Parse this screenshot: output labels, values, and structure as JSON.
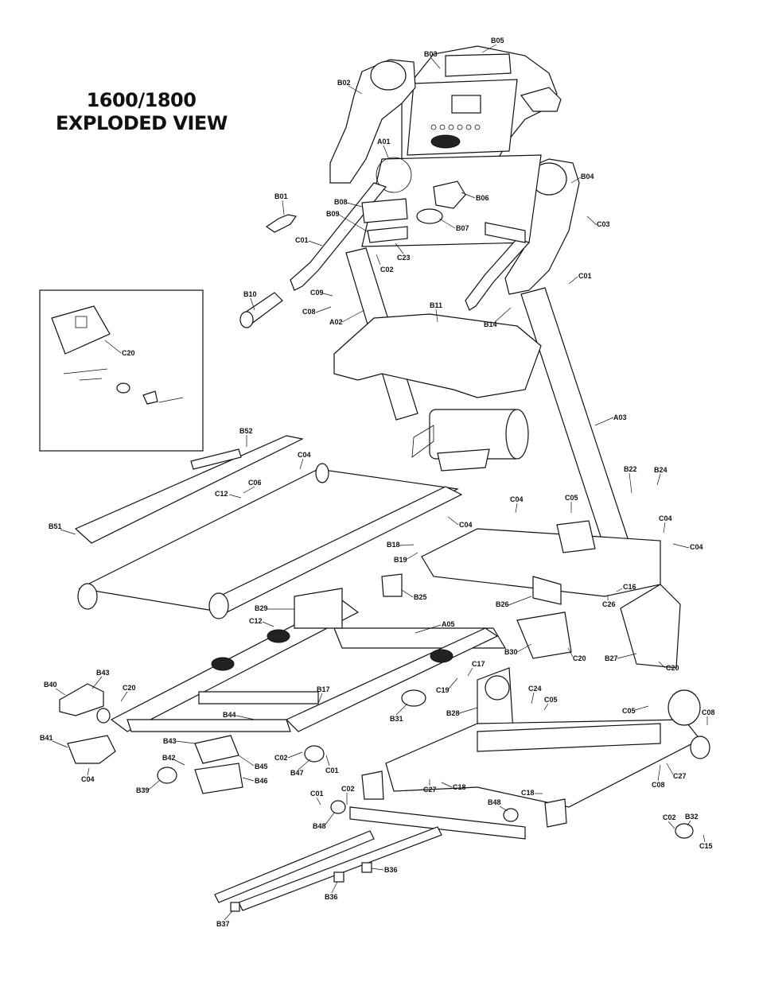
{
  "title": {
    "line1": "1600/1800",
    "line2": "EXPLODED VIEW"
  },
  "callouts": {
    "B05": "B05",
    "B03": "B03",
    "B02": "B02",
    "A01": "A01",
    "B04": "B04",
    "B01": "B01",
    "B08": "B08",
    "B06": "B06",
    "B09": "B09",
    "B07": "B07",
    "C03": "C03",
    "C01a": "C01",
    "C23": "C23",
    "C02a": "C02",
    "C01b": "C01",
    "B10": "B10",
    "C09": "C09",
    "C08a": "C08",
    "A02": "A02",
    "B11": "B11",
    "B14": "B14",
    "C20a": "C20",
    "B52": "B52",
    "A03": "A03",
    "C04a": "C04",
    "C06": "C06",
    "C12a": "C12",
    "B22": "B22",
    "B24": "B24",
    "C05a": "C05",
    "C04b": "C04",
    "C04c": "C04",
    "B51": "B51",
    "C04d": "C04",
    "C04e": "C04",
    "B18": "B18",
    "B19": "B19",
    "B25": "B25",
    "C16": "C16",
    "B26": "B26",
    "C26": "C26",
    "B29": "B29",
    "C12b": "C12",
    "A05": "A05",
    "B30": "B30",
    "C20b": "C20",
    "B27": "B27",
    "C20c": "C20",
    "C17": "C17",
    "B43a": "B43",
    "B40": "B40",
    "C20d": "C20",
    "C19": "C19",
    "B17": "B17",
    "C24": "C24",
    "C05b": "C05",
    "B28": "B28",
    "B31": "B31",
    "C05c": "C05",
    "C08b": "C08",
    "B44": "B44",
    "B41": "B41",
    "B43b": "B43",
    "C02b": "C02",
    "B42": "B42",
    "B45": "B45",
    "C04f": "C04",
    "B47": "B47",
    "C01c": "C01",
    "B46": "B46",
    "B39": "B39",
    "C27a": "C27",
    "C18a": "C18",
    "C18b": "C18",
    "C08c": "C08",
    "C27b": "C27",
    "C01d": "C01",
    "C02c": "C02",
    "B48a": "B48",
    "B48b": "B48",
    "C02d": "C02",
    "B32": "B32",
    "C15": "C15",
    "B36a": "B36",
    "B36b": "B36",
    "B37": "B37"
  }
}
